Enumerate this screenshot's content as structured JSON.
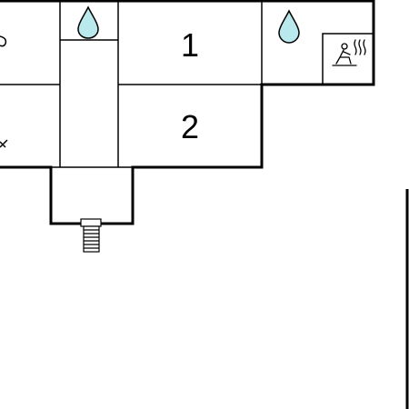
{
  "floorplan": {
    "rooms": [
      {
        "id": "room-1",
        "label": "1"
      },
      {
        "id": "room-2",
        "label": "2"
      }
    ],
    "icons": [
      {
        "name": "water-drop-icon",
        "meaning": "bathroom"
      },
      {
        "name": "water-drop-icon",
        "meaning": "bathroom"
      },
      {
        "name": "sauna-icon",
        "meaning": "sauna"
      },
      {
        "name": "stairs-icon",
        "meaning": "stairs"
      }
    ],
    "colors": {
      "wall": "#000000",
      "background": "#ffffff",
      "water": "#b9e9ec"
    }
  }
}
